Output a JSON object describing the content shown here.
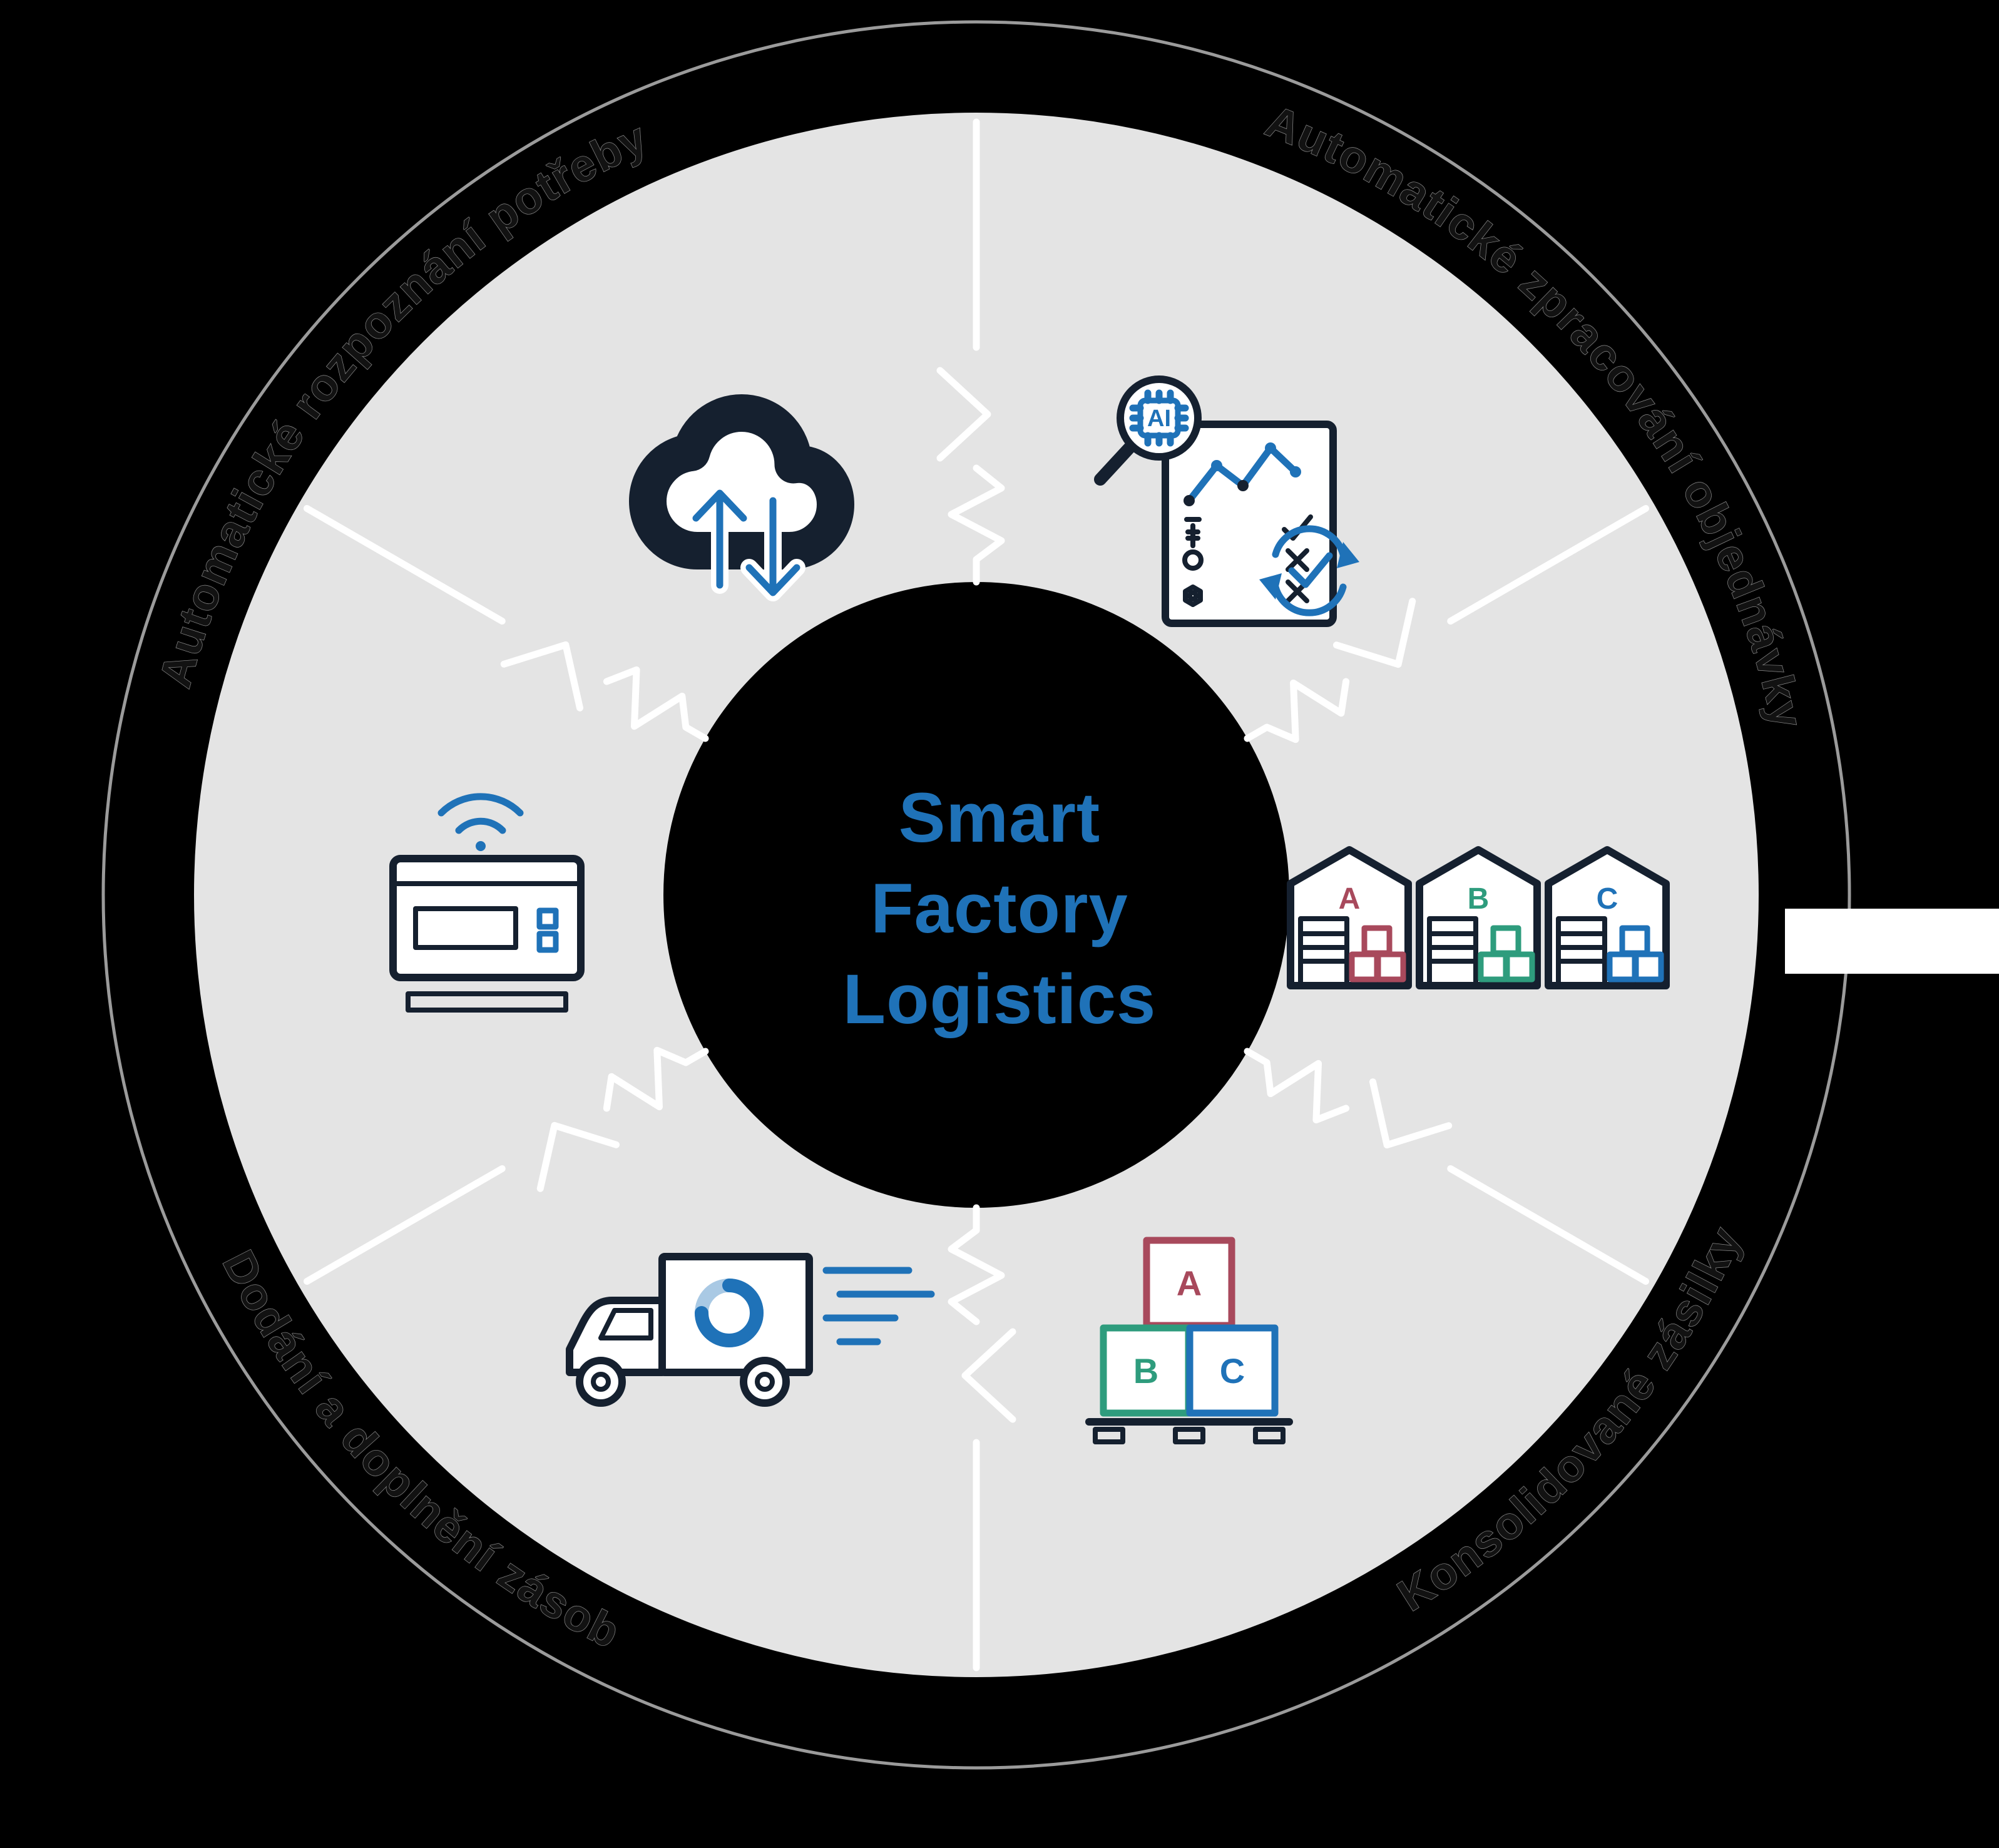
{
  "background_color": "#000000",
  "wheel": {
    "ring_color": "#e4e4e4",
    "divider_color": "#ffffff",
    "outer_circle_color": "#cfcfcf",
    "center_color": "#000000"
  },
  "center": {
    "title_lines": [
      "Smart",
      "Factory",
      "Logistics"
    ],
    "title_color": "#1f72b8"
  },
  "ring_labels": {
    "top_left": "Automatické rozpoznání potřeby",
    "top_right": "Automatické zpracování objednávky",
    "bottom_right": "Konsolidované zásilky",
    "bottom_left": "Dodání a doplnění zásob"
  },
  "icons": {
    "top_left": "cloud-sync-icon",
    "top_right": "ai-order-processing-icon",
    "right": "warehouses-abc-icon",
    "bottom_right": "pallet-boxes-icon",
    "bottom_left": "delivery-truck-icon",
    "left": "smartbin-wifi-icon"
  },
  "ai_chip_label": "AI",
  "warehouses": [
    {
      "label": "A",
      "color": "#a8495c"
    },
    {
      "label": "B",
      "color": "#2e9c7d"
    },
    {
      "label": "C",
      "color": "#1f72b8"
    }
  ],
  "pallet_boxes": [
    {
      "label": "A",
      "color": "#a8495c"
    },
    {
      "label": "B",
      "color": "#2e9c7d"
    },
    {
      "label": "C",
      "color": "#1f72b8"
    }
  ],
  "palette": {
    "accent_blue": "#1f72b8",
    "outline_dark": "#15202f",
    "red": "#a8495c",
    "green": "#2e9c7d",
    "light_blue": "#a9c9e4"
  }
}
